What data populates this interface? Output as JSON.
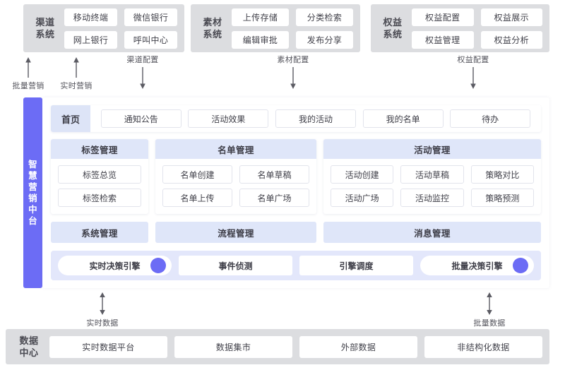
{
  "top_systems": [
    {
      "id": "channel",
      "title": "渠道\n系统",
      "title_lines": [
        "渠道",
        "系统"
      ],
      "items": [
        "移动终端",
        "微信银行",
        "网上银行",
        "呼叫中心"
      ]
    },
    {
      "id": "material",
      "title_lines": [
        "素材",
        "系统"
      ],
      "items": [
        "上传存储",
        "分类检索",
        "编辑审批",
        "发布分享"
      ]
    },
    {
      "id": "rights",
      "title_lines": [
        "权益",
        "系统"
      ],
      "items": [
        "权益配置",
        "权益展示",
        "权益管理",
        "权益分析"
      ]
    }
  ],
  "top_arrows": [
    {
      "label": "批量营销",
      "direction": "up"
    },
    {
      "label": "实时营销",
      "direction": "up"
    },
    {
      "label": "渠道配置",
      "direction": "down"
    },
    {
      "label": "素材配置",
      "direction": "down"
    },
    {
      "label": "权益配置",
      "direction": "down"
    }
  ],
  "platform": {
    "sidebar_label_lines": [
      "智慧",
      "营销",
      "中台"
    ],
    "nav": {
      "home_label": "首页",
      "items": [
        "通知公告",
        "活动效果",
        "我的活动",
        "我的名单",
        "待办"
      ]
    },
    "modules": [
      {
        "title": "标签管理",
        "columns": 1,
        "items": [
          "标签总览",
          "标签检索"
        ]
      },
      {
        "title": "名单管理",
        "columns": 2,
        "items": [
          "名单创建",
          "名单草稿",
          "名单上传",
          "名单广场"
        ]
      },
      {
        "title": "活动管理",
        "columns": 3,
        "items": [
          "活动创建",
          "活动草稿",
          "策略对比",
          "活动广场",
          "活动监控",
          "策略预测"
        ]
      }
    ],
    "manage_bars": [
      "系统管理",
      "流程管理",
      "消息管理"
    ],
    "engines": [
      {
        "label": "实时决策引擎",
        "pill": true,
        "dot": true
      },
      {
        "label": "事件侦测",
        "pill": false,
        "dot": false
      },
      {
        "label": "引擎调度",
        "pill": false,
        "dot": false
      },
      {
        "label": "批量决策引擎",
        "pill": true,
        "dot": true
      }
    ]
  },
  "bottom_arrows": [
    {
      "label": "实时数据",
      "direction": "both"
    },
    {
      "label": "批量数据",
      "direction": "both"
    }
  ],
  "data_center": {
    "title_lines": [
      "数据",
      "中心"
    ],
    "items": [
      "实时数据平台",
      "数据集市",
      "外部数据",
      "非结构化数据"
    ]
  },
  "colors": {
    "accent_purple": "#6c6cf5",
    "card_gray": "#dcdde0",
    "header_blue": "#dfe6f9",
    "engine_bg": "#e3e7fb",
    "chip_white": "#ffffff",
    "text_dark": "#3c3c46"
  }
}
